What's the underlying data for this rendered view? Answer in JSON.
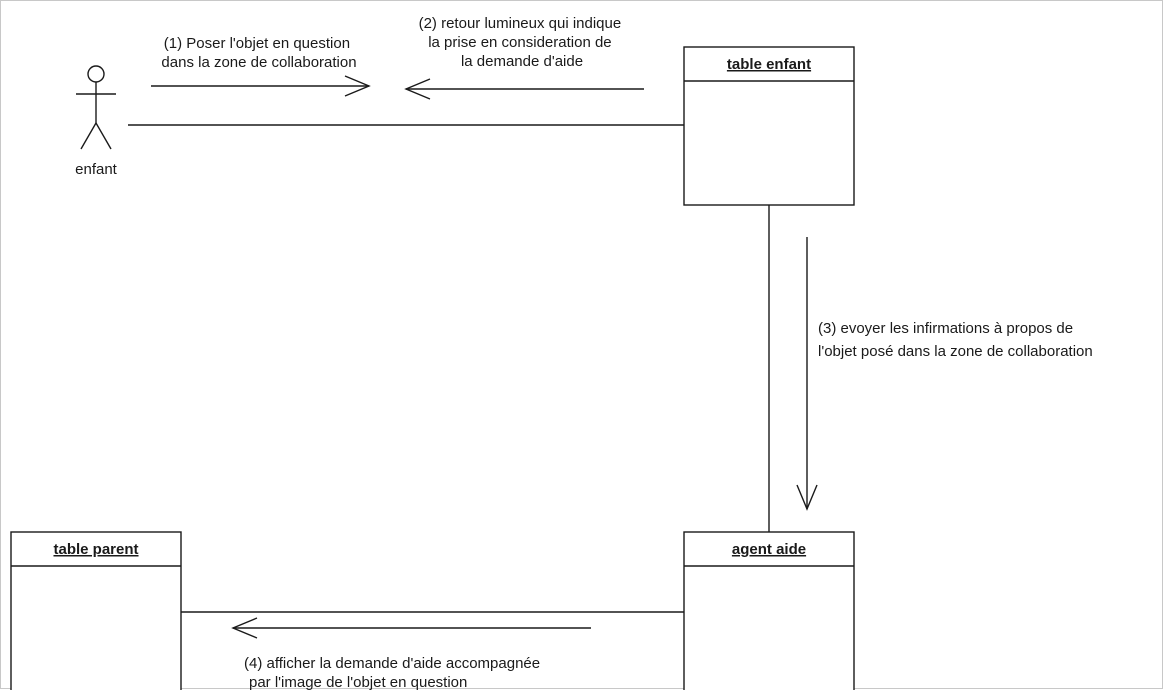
{
  "actors": [
    {
      "id": "enfant",
      "label": "enfant"
    }
  ],
  "objects": [
    {
      "id": "table_enfant",
      "label": "table enfant"
    },
    {
      "id": "agent_aide",
      "label": "agent aide"
    },
    {
      "id": "table_parent",
      "label": "table parent"
    }
  ],
  "messages": [
    {
      "id": "m1",
      "lines": [
        "(1) Poser l'objet en question",
        "dans la zone de collaboration"
      ]
    },
    {
      "id": "m2",
      "lines": [
        "(2) retour lumineux qui indique",
        "la prise en consideration de",
        "la demande d'aide"
      ]
    },
    {
      "id": "m3",
      "lines": [
        "(3) evoyer les infirmations à propos de",
        "l'objet posé dans la zone de collaboration"
      ]
    },
    {
      "id": "m4",
      "lines": [
        "(4) afficher la demande d'aide accompagnée",
        "par l'image de l'objet en question"
      ]
    }
  ]
}
